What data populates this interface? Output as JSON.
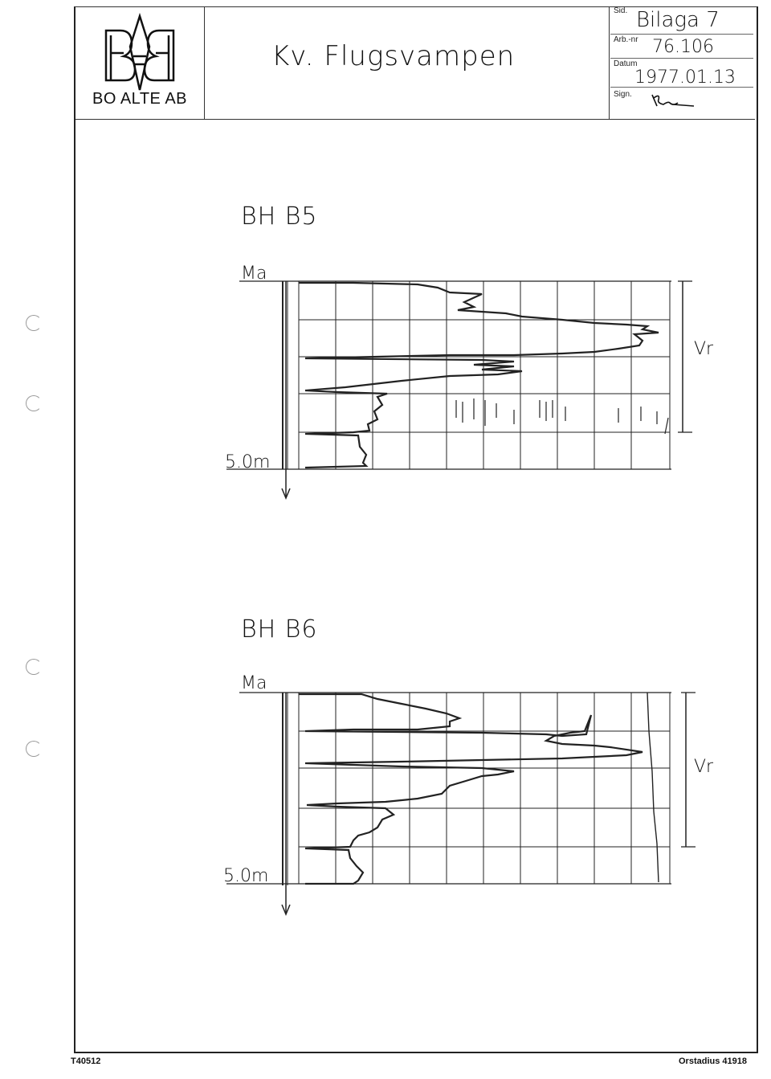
{
  "header": {
    "company": "BO ALTE AB",
    "title": "Kv. Flugsvampen",
    "sid_label": "Sid.",
    "sid_value": "Bilaga 7",
    "arbnr_label": "Arb.-nr",
    "arbnr_value": "76.106",
    "datum_label": "Datum",
    "datum_value": "1977.01.13",
    "sign_label": "Sign."
  },
  "logs": [
    {
      "title": "BH B5",
      "top_label": "Ma",
      "depth_label": "5.0m",
      "side_label": "Vr"
    },
    {
      "title": "BH B6",
      "top_label": "Ma",
      "depth_label": "5.0m",
      "side_label": "Vr"
    }
  ],
  "footer": {
    "form_number": "T40512",
    "printer": "Orstadius 41918"
  }
}
